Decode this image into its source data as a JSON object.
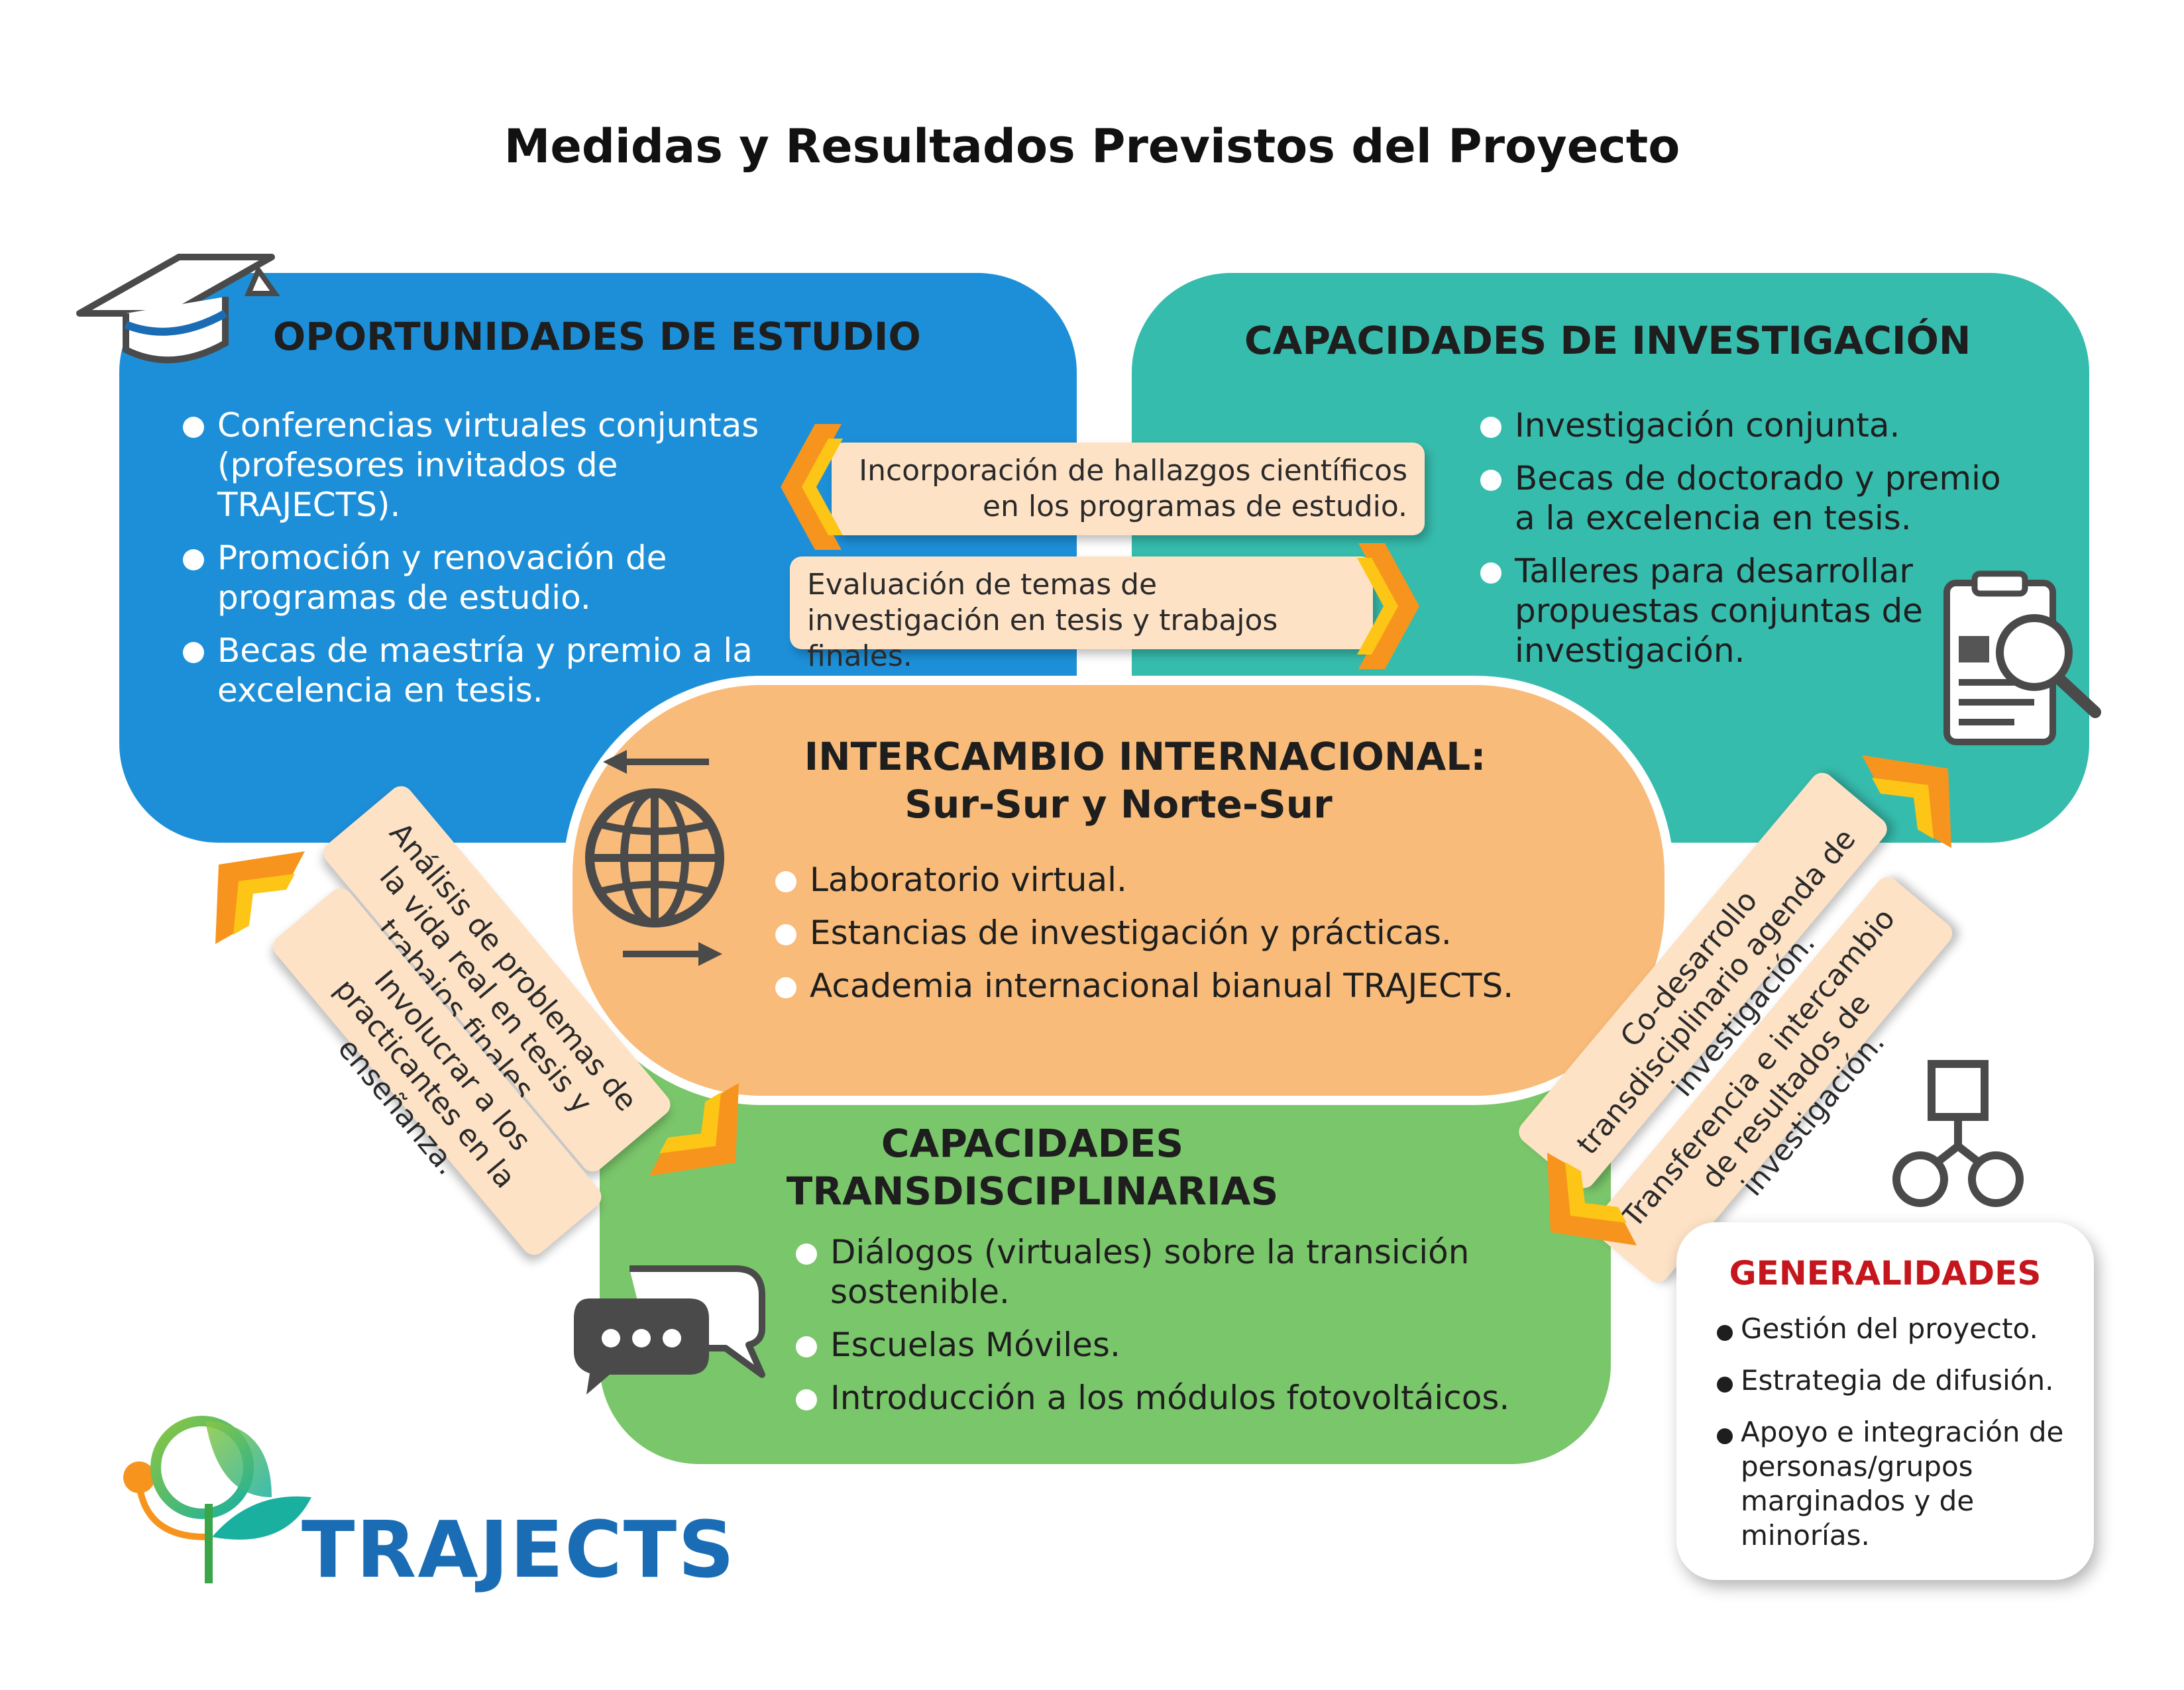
{
  "title": "Medidas y Resultados Previstos del Proyecto",
  "estudio": {
    "title": "OPORTUNIDADES DE ESTUDIO",
    "items": [
      "Conferencias virtuales conjuntas (profesores invitados de TRAJECTS).",
      "Promoción y renovación de programas de estudio.",
      "Becas de maestría y premio a la excelencia en tesis."
    ]
  },
  "investigacion": {
    "title": "CAPACIDADES DE INVESTIGACIÓN",
    "items": [
      "Investigación conjunta.",
      "Becas de doctorado y premio a la excelencia en tesis.",
      "Talleres para desarrollar propuestas conjuntas de investigación."
    ]
  },
  "intercambio": {
    "title": "INTERCAMBIO INTERNACIONAL:",
    "subtitle": "Sur-Sur y Norte-Sur",
    "items": [
      "Laboratorio virtual.",
      "Estancias de investigación y prácticas.",
      "Academia internacional bianual TRAJECTS."
    ]
  },
  "transdisciplinarias": {
    "title_line1": "CAPACIDADES",
    "title_line2": "TRANSDISCIPLINARIAS",
    "items": [
      "Diálogos (virtuales) sobre la transición sostenible.",
      "Escuelas Móviles.",
      "Introducción a los módulos fotovoltáicos."
    ]
  },
  "generalidades": {
    "title": "GENERALIDADES",
    "items": [
      "Gestión del proyecto.",
      "Estrategia de difusión.",
      "Apoyo e integración de personas/grupos marginados y de minorías."
    ]
  },
  "flows": {
    "hallazgos": "Incorporación de hallazgos científicos en los programas de estudio.",
    "evaluacion": "Evaluación de temas de investigación en tesis y trabajos finales.",
    "analisis": "Análisis de problemas de la vida real en tesis y trabajos finales.",
    "involucrar": "Involucrar a los practicantes en la enseñanza.",
    "codesarrollo": "Co-desarrollo transdisciplinario agenda de investigación.",
    "transferencia": "Transferencia e intercambio de resultados de investigación."
  },
  "logo": {
    "text": "TRAJECTS"
  },
  "icons": [
    "graduation-cap-icon",
    "clipboard-search-icon",
    "globe-icon",
    "exchange-arrows-icon",
    "chat-bubbles-icon",
    "hierarchy-icon",
    "trajects-leaf-logo",
    "chevron-arrow-icon"
  ],
  "colors": {
    "estudio": "#1d8fd8",
    "investigacion": "#36bcad",
    "intercambio": "#f8bb79",
    "transdisciplinarias": "#7ac66a",
    "flow_note": "#fde2c6",
    "arrow_orange": "#f7941d",
    "arrow_yellow": "#fdc515",
    "generalidades_title": "#c4161c",
    "logo_blue": "#1a6db5"
  }
}
